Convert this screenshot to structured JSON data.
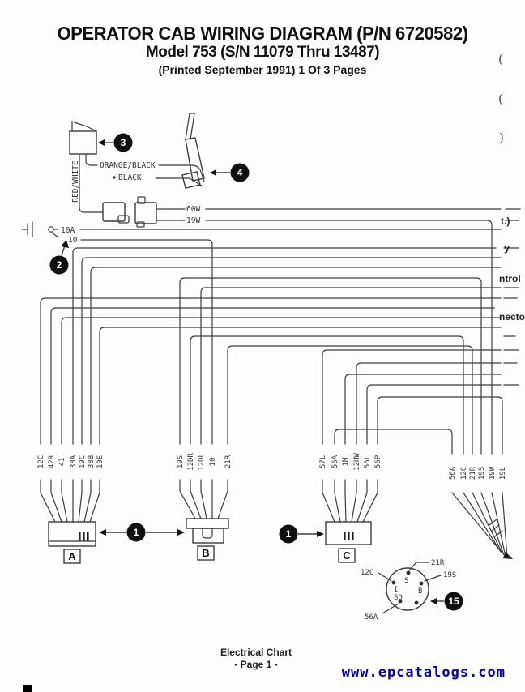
{
  "header": {
    "title": "OPERATOR CAB WIRING DIAGRAM (P/N 6720582)",
    "subtitle": "Model 753 (S/N 11079 Thru 13487)",
    "printline": "(Printed September 1991) 1 Of 3 Pages"
  },
  "callouts": {
    "c1": "1",
    "c2": "2",
    "c3": "3",
    "c4": "4",
    "c15": "15"
  },
  "top_labels": {
    "red_white": "RED/WHITE",
    "orange_black": "ORANGE/BLACK",
    "black": "BLACK",
    "w60": "60W",
    "w19": "19W",
    "a10": "10A",
    "w10": "10"
  },
  "connector_labels": {
    "a": "A",
    "b": "B",
    "c": "C"
  },
  "wire_groups": {
    "a": [
      "12C",
      "42R",
      "41",
      "38A",
      "19C",
      "38B",
      "10E"
    ],
    "b": [
      "19S",
      "12DR",
      "12DL",
      "10",
      "21R"
    ],
    "c": [
      "57L",
      "56A",
      "1M",
      "12HW",
      "56L",
      "56P"
    ],
    "right": [
      "56A",
      "12C",
      "21R",
      "19S",
      "19W",
      "19L"
    ]
  },
  "round_connector": {
    "pin_s": "S",
    "pin_i": "I",
    "pin_b": "B",
    "pin_so": "SO",
    "lead_top": "21R",
    "lead_left": "12C",
    "lead_right": "19S",
    "lead_bottom": "56A"
  },
  "edge_fragments": {
    "p1": "(",
    "p2": "(",
    "p3": ")",
    "f1": "t.)",
    "f2": "y",
    "f3": "ntrol",
    "f4": "necto"
  },
  "footer": {
    "line1": "Electrical Chart",
    "line2": "- Page 1 -",
    "url": "www.epcatalogs.com"
  },
  "colors": {
    "ink": "#3c3c3c",
    "link_blue": "#0000c4",
    "paper": "#fdfdfc"
  }
}
